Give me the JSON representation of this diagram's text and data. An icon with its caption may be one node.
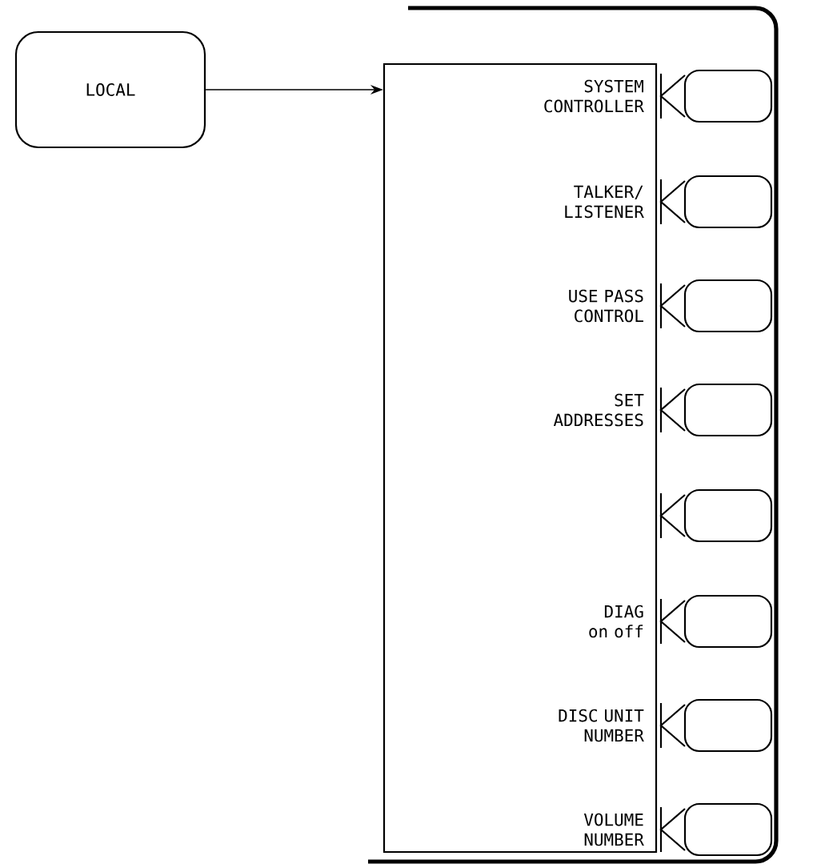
{
  "diagram": {
    "nodes": [
      {
        "text": [
          "LOCAL"
        ]
      },
      {
        "text": [],
        "shape": "box"
      },
      {
        "text": [],
        "shape": "box"
      },
      {
        "text": [],
        "shape": "box"
      },
      {
        "text": [],
        "shape": "box"
      },
      {
        "text": [],
        "shape": "box"
      },
      {
        "text": [],
        "shape": "box"
      },
      {
        "text": [],
        "shape": "box"
      },
      {
        "text": [],
        "shape": "box"
      },
      {
        "text": [],
        "shape": "box"
      }
    ],
    "edges": [
      {
        "from": 0,
        "to": 1,
        "arrow": "to"
      }
    ],
    "labels": [
      "SYSTEM CONTROLLER",
      "TALKER/ LISTENER",
      "USE PASS CONTROL",
      "SET ADDRESSES",
      "DIAG on off",
      "DISC UNIT NUMBER",
      "VOLUME NUMBER"
    ]
  }
}
